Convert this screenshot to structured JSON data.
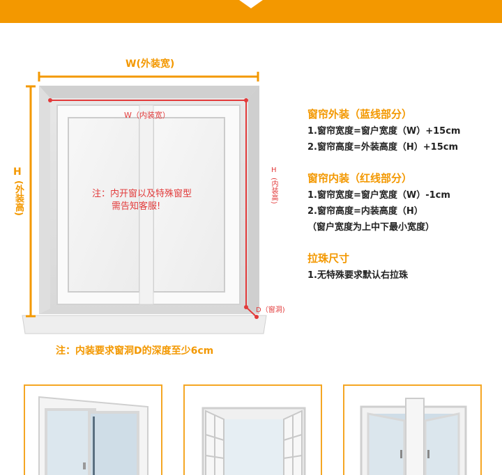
{
  "diagram": {
    "outer_width_label": "W(外装宽)",
    "inner_width_label": "W（内装宽）",
    "outer_height_label_h": "H",
    "outer_height_label_cn": "(外装高)",
    "inner_height_label_h": "H",
    "inner_height_label_cn": "(内装高)",
    "hole_label": "D（窗洞)",
    "note_line1": "注：内开窗以及特殊窗型",
    "note_line2": "需告知客服!",
    "depth_note": "注：内装要求窗洞D的深度至少6cm"
  },
  "instructions": {
    "outer": {
      "title": "窗帘外装（蓝线部分）",
      "line1": "1.窗帘宽度=窗户宽度（W）+15cm",
      "line2": "2.窗帘高度=外装高度（H）+15cm"
    },
    "inner": {
      "title": "窗帘内装（红线部分）",
      "line1": "1.窗帘宽度=窗户宽度（W）-1cm",
      "line2": "2.窗帘高度=内装高度（H）",
      "line3": "（窗户宽度为上中下最小宽度）"
    },
    "bead": {
      "title": "拉珠尺寸",
      "line1": "1.无特殊要求默认右拉珠"
    }
  },
  "colors": {
    "accent": "#f39800",
    "inner_line": "#e23a3a",
    "frame_border": "#f5a623"
  }
}
